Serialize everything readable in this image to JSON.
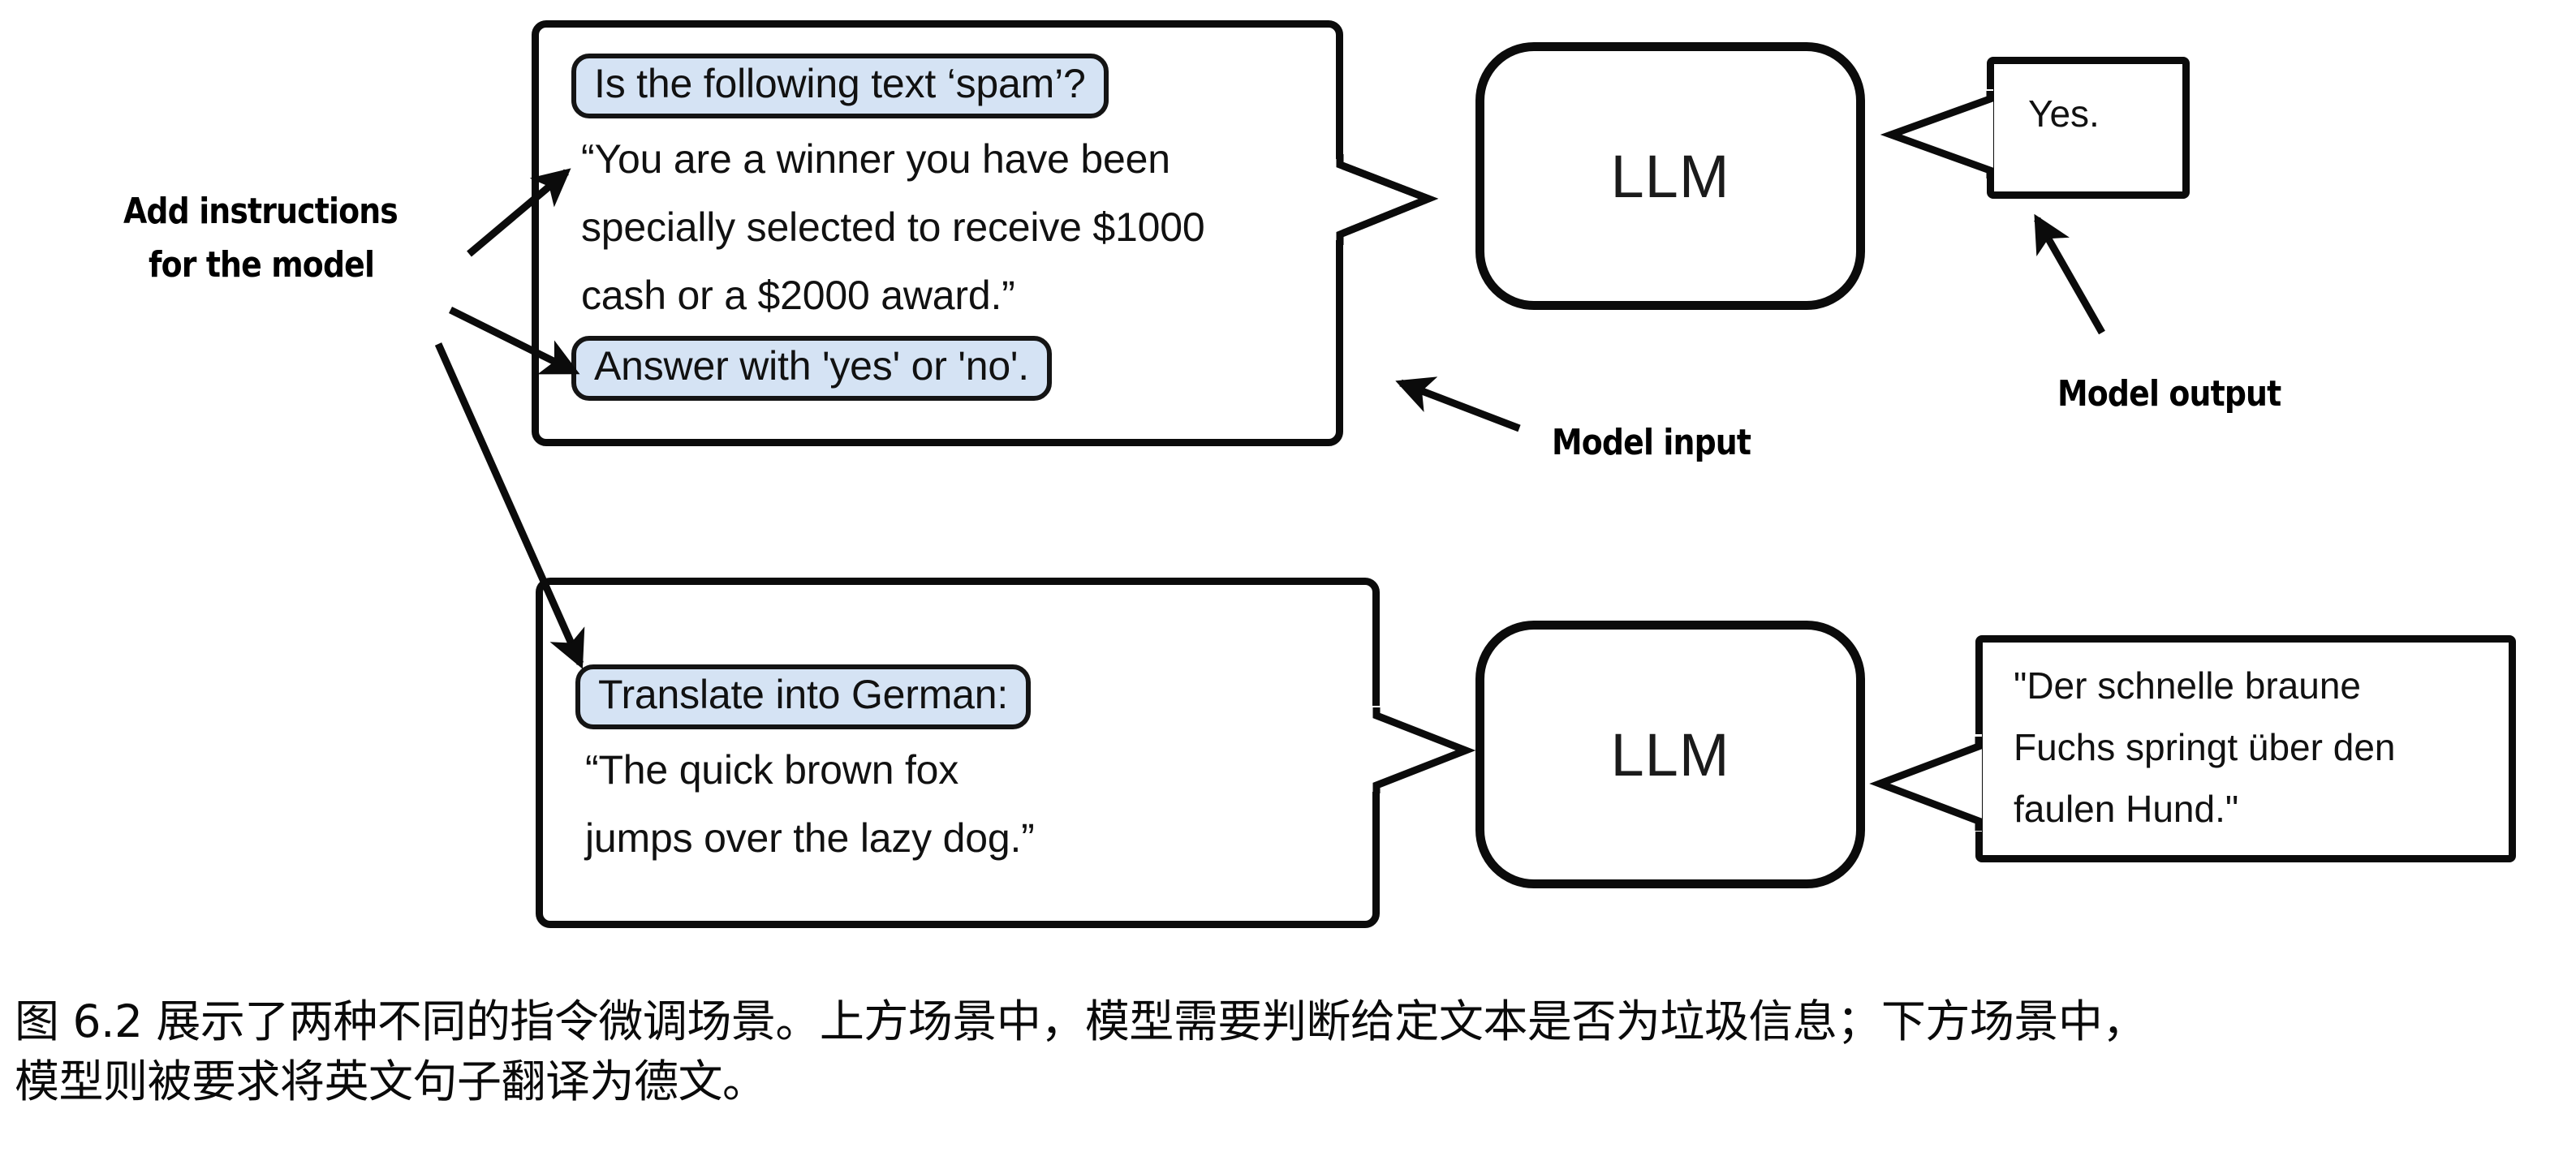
{
  "figure": {
    "annotations": {
      "add_instructions_line1": "Add instructions",
      "add_instructions_line2": "for the model",
      "model_input": "Model input",
      "model_output": "Model output"
    },
    "scenarios": [
      {
        "id": "spam-classification",
        "input": {
          "instruction_pill_top": "Is the following text ‘spam’?",
          "body_lines": [
            "“You are a winner you have been",
            "specially selected to receive $1000",
            "cash or a $2000 award.”"
          ],
          "instruction_pill_bottom": "Answer with 'yes' or 'no'."
        },
        "model_label": "LLM",
        "output": {
          "lines": [
            "Yes."
          ]
        }
      },
      {
        "id": "german-translation",
        "input": {
          "instruction_pill_top": "Translate into German:",
          "body_lines": [
            "“The quick brown fox",
            "jumps over the lazy dog.”"
          ],
          "instruction_pill_bottom": null
        },
        "model_label": "LLM",
        "output": {
          "lines": [
            "\"Der schnelle braune",
            "Fuchs springt über den",
            "faulen Hund.\""
          ]
        }
      }
    ],
    "caption": {
      "line1": "图 6.2 展示了两种不同的指令微调场景。上方场景中，模型需要判断给定文本是否为垃圾信息；下方场景中，",
      "line2": "模型则被要求将英文句子翻译为德文。"
    },
    "colors": {
      "pill_fill": "#d5e3f4",
      "stroke": "#0b0b0b",
      "background": "#ffffff",
      "text": "#111111"
    }
  }
}
